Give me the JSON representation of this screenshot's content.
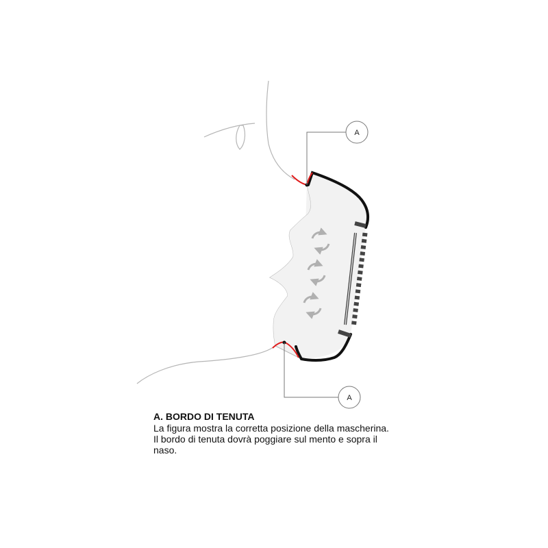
{
  "diagram": {
    "callout_top_label": "A",
    "callout_bottom_label": "A",
    "colors": {
      "seal_edge": "#e01c1c",
      "mask_outline": "#111111",
      "mask_fill": "#f2f2f2",
      "face_line": "#b5b5b5",
      "airflow_arrows": "#b0b0b0",
      "filter_bars": "#444444"
    },
    "icons": [
      "airflow-cycle-icon",
      "airflow-cycle-icon",
      "airflow-cycle-icon"
    ]
  },
  "caption": {
    "title": "A. BORDO DI TENUTA",
    "line1": "La figura mostra la corretta posizione della mascherina.",
    "line2": "Il bordo di tenuta dovrà poggiare sul mento e sopra il",
    "line3": "naso."
  }
}
